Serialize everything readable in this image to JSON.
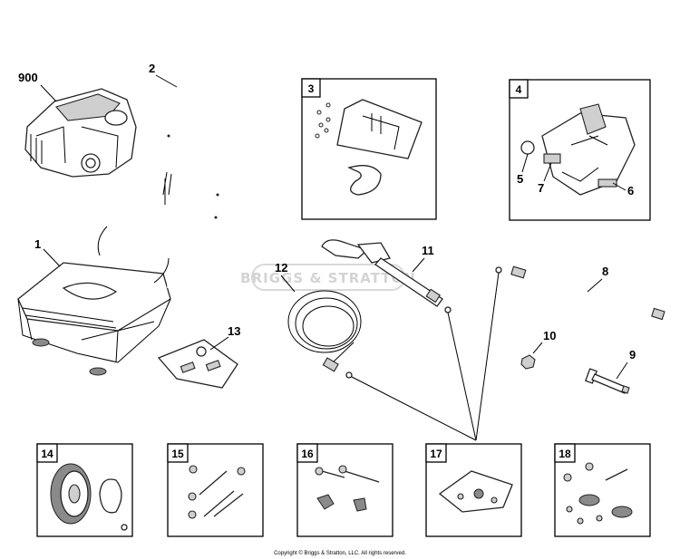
{
  "watermark": "BRIGGS & STRATTON",
  "copyright": "Copyright © Briggs & Stratton, LLC. All rights reserved.",
  "callouts": {
    "c900": "900",
    "c2": "2",
    "c1": "1",
    "c13": "13",
    "c12": "12",
    "c11": "11",
    "c8": "8",
    "c10": "10",
    "c9": "9",
    "c5": "5",
    "c7": "7",
    "c6": "6"
  },
  "boxes": {
    "b3": "3",
    "b4": "4",
    "b14": "14",
    "b15": "15",
    "b16": "16",
    "b17": "17",
    "b18": "18"
  }
}
